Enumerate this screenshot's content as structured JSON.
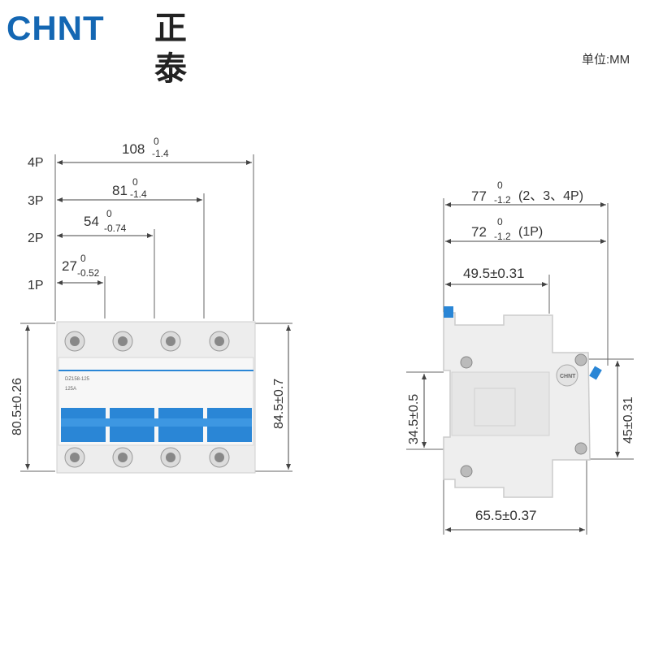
{
  "brand": {
    "name": "CHNT",
    "name_cn": "正泰",
    "color": "#1467b3"
  },
  "unit_label": "单位:MM",
  "front_view": {
    "poles": [
      "4P",
      "3P",
      "2P",
      "1P"
    ],
    "widths": {
      "p4": {
        "base": "108",
        "upper": "0",
        "lower": "-1.4"
      },
      "p3": {
        "base": "81",
        "upper": "0",
        "lower": "-1.4"
      },
      "p2": {
        "base": "54",
        "upper": "0",
        "lower": "-0.74"
      },
      "p1": {
        "base": "27",
        "upper": "0",
        "lower": "-0.52"
      }
    },
    "height_left": "80.5±0.26",
    "height_right": "84.5±0.7",
    "label_model": "DZ158-125",
    "label_rating": "125A"
  },
  "side_view": {
    "depth_77": {
      "base": "77",
      "upper": "0",
      "lower": "-1.2",
      "note": "(2、3、4P)"
    },
    "depth_72": {
      "base": "72",
      "upper": "0",
      "lower": "-1.2",
      "note": "(1P)"
    },
    "depth_495": "49.5±0.31",
    "depth_655": "65.5±0.37",
    "height_345": "34.5±0.5",
    "height_45": "45±0.31",
    "side_brand": "CHNT"
  },
  "colors": {
    "toggle_blue": "#2a86d6",
    "body": "#eeeeee",
    "line": "#555555"
  }
}
